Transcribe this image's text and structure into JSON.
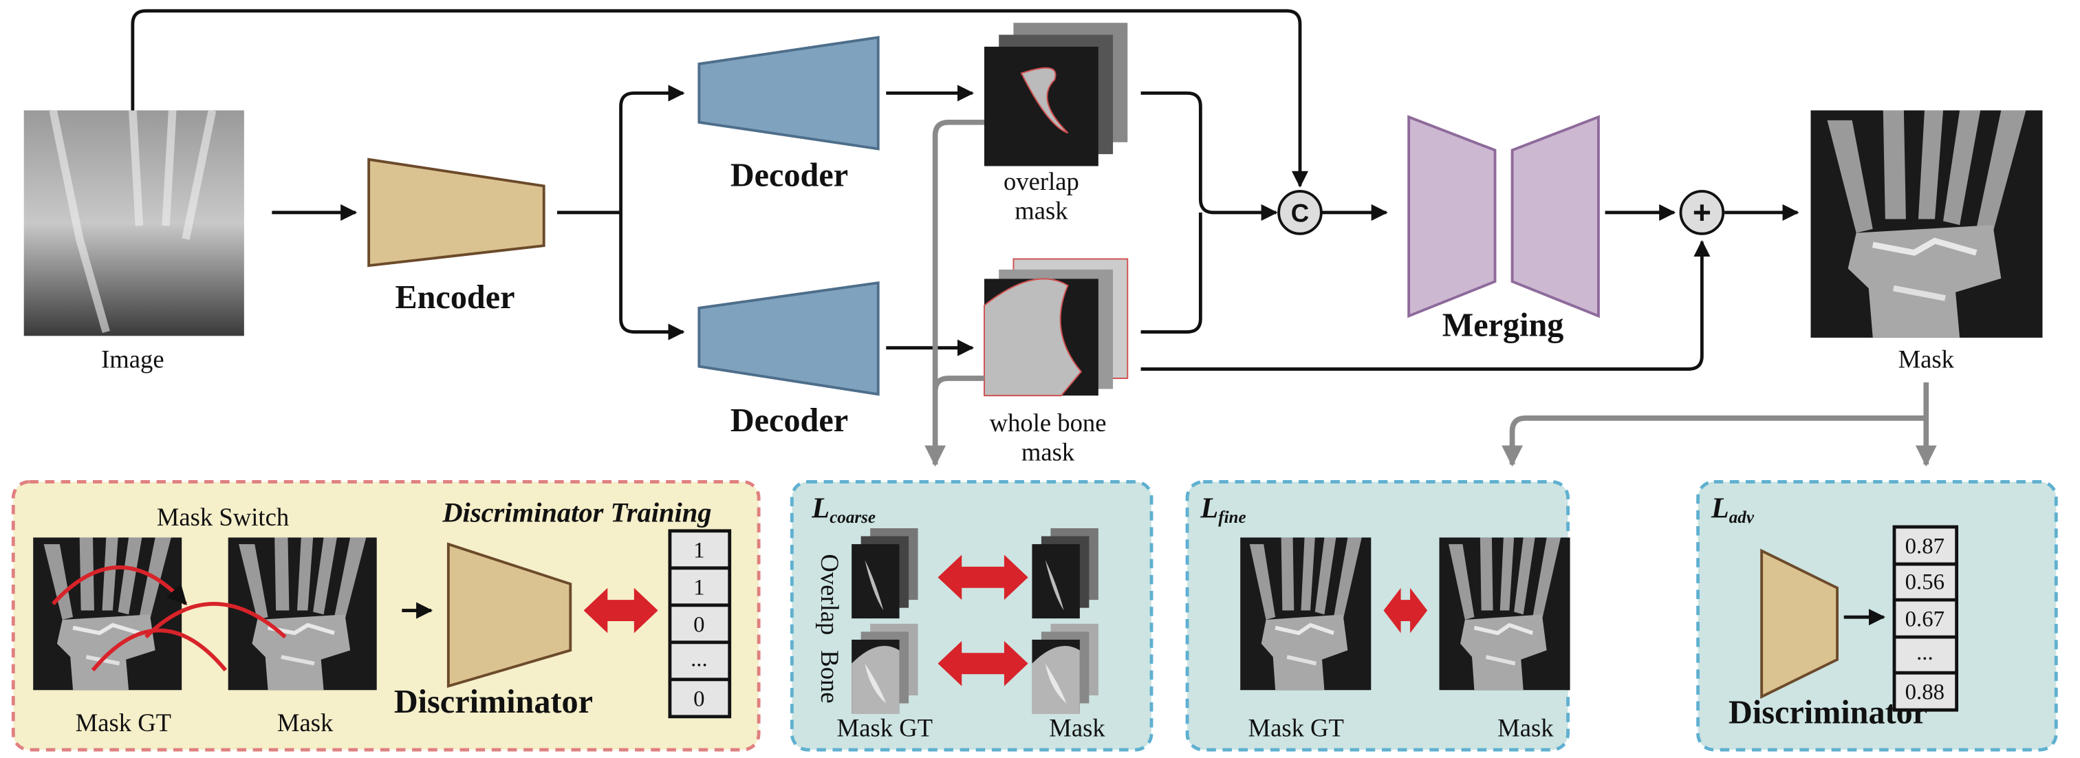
{
  "pipeline": {
    "input_label": "Image",
    "encoder_label": "Encoder",
    "decoder_top_label": "Decoder",
    "decoder_bottom_label": "Decoder",
    "overlap_mask_label_1": "overlap",
    "overlap_mask_label_2": "mask",
    "whole_bone_label_1": "whole bone",
    "whole_bone_label_2": "mask",
    "concat_symbol": "C",
    "add_symbol": "+",
    "merging_label": "Merging",
    "output_label": "Mask"
  },
  "discriminator_training": {
    "title": "Discriminator Training",
    "mask_switch_label": "Mask Switch",
    "mask_gt_label": "Mask GT",
    "mask_label": "Mask",
    "discriminator_label": "Discriminator",
    "outputs": [
      "1",
      "1",
      "0",
      "...",
      "0"
    ]
  },
  "loss_coarse": {
    "symbol": "L",
    "subscript": "coarse",
    "overlap_label": "Overlap",
    "bone_label": "Bone",
    "mask_gt_label": "Mask GT",
    "mask_label": "Mask"
  },
  "loss_fine": {
    "symbol": "L",
    "subscript": "fine",
    "mask_gt_label": "Mask GT",
    "mask_label": "Mask"
  },
  "loss_adv": {
    "symbol": "L",
    "subscript": "adv",
    "discriminator_label": "Discriminator",
    "outputs": [
      "0.87",
      "0.56",
      "0.67",
      "...",
      "0.88"
    ]
  },
  "colors": {
    "encoder_fill": "#dbc391",
    "decoder_fill": "#7fa3bf",
    "merging_fill": "#cdb8d2",
    "red_arrow": "#d8232a",
    "yellow_panel": "#f5efca",
    "blue_panel": "#cde4e2"
  }
}
